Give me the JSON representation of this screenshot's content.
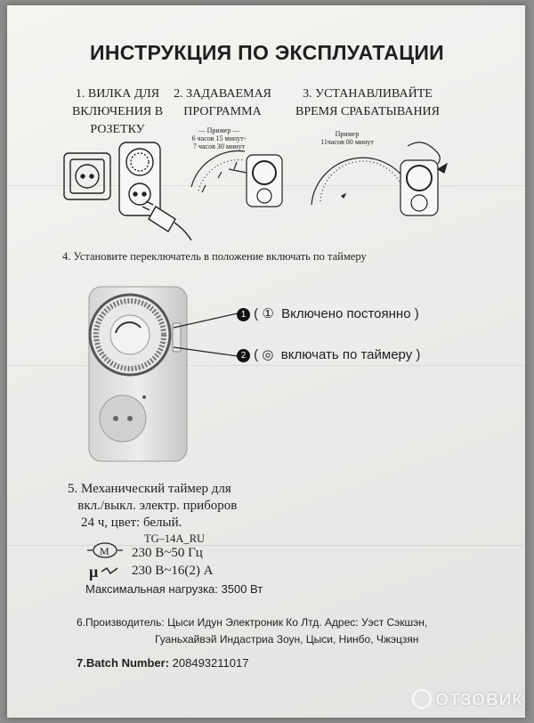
{
  "title": "ИНСТРУКЦИЯ ПО ЭКСПЛУАТАЦИИ",
  "steps_top": [
    {
      "num": "1.",
      "lines": [
        "ВИЛКА ДЛЯ",
        "ВКЛЮЧЕНИЯ В",
        "РОЗЕТКУ"
      ]
    },
    {
      "num": "2.",
      "lines": [
        "ЗАДАВАЕМАЯ",
        "ПРОГРАММА"
      ]
    },
    {
      "num": "3.",
      "lines": [
        "УСТАНАВЛИВАЙТЕ",
        "ВРЕМЯ СРАБАТЫВАНИЯ"
      ]
    }
  ],
  "example2": {
    "label": "Пример",
    "line1": "6 часов 15 минут-",
    "line2": "7 часов 30 минут"
  },
  "example3": {
    "label": "Пример",
    "line1": "11часов 00 минут"
  },
  "step4": "4. Установите переключатель в положение включать по таймеру",
  "switch_modes": [
    {
      "marker": "1",
      "symbol": "①",
      "text": "Включено постоянно"
    },
    {
      "marker": "2",
      "symbol": "◎",
      "text": "включать по таймеру"
    }
  ],
  "step5": {
    "lines": [
      "5. Механический таймер для",
      "вкл./выкл. электр. приборов",
      "24 ч, цвет: белый."
    ]
  },
  "model": "TG–14A_RU",
  "spec1": "230 В~50 Гц",
  "spec2": "230 В~16(2) А",
  "max_load": "Максимальная нагрузка: 3500 Вт",
  "manufacturer": {
    "label": "6.Производитель:",
    "line1": "Цыси Идун Электроник Ко Лтд. Адрес: Уэст Сэкшэн,",
    "line2": "Гуаньхайвэй Индастриа Зоун, Цыси, Нинбо, Чжэцзян"
  },
  "batch": {
    "label": "7.Batch Number:",
    "value": "208493211017"
  },
  "watermark": "ОТЗОВИК"
}
